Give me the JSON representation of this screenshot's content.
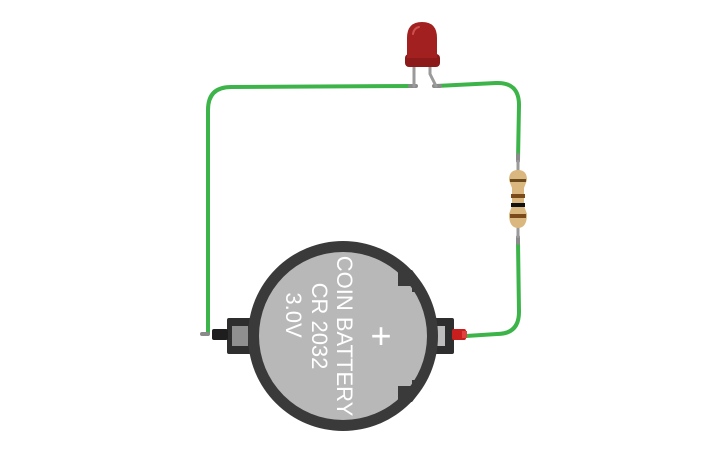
{
  "battery": {
    "line1": "COIN BATTERY",
    "line2": "CR 2032",
    "line3": "3.0V",
    "polarity": "+"
  },
  "colors": {
    "wire": "#3cb44a",
    "led_body": "#a32020",
    "resistor_body": "#d9b77e",
    "battery_holder": "#3a3a3a",
    "battery_cell": "#b8b8b8",
    "terminal_negative": "#1e1e1e",
    "terminal_positive": "#c81e1e"
  }
}
